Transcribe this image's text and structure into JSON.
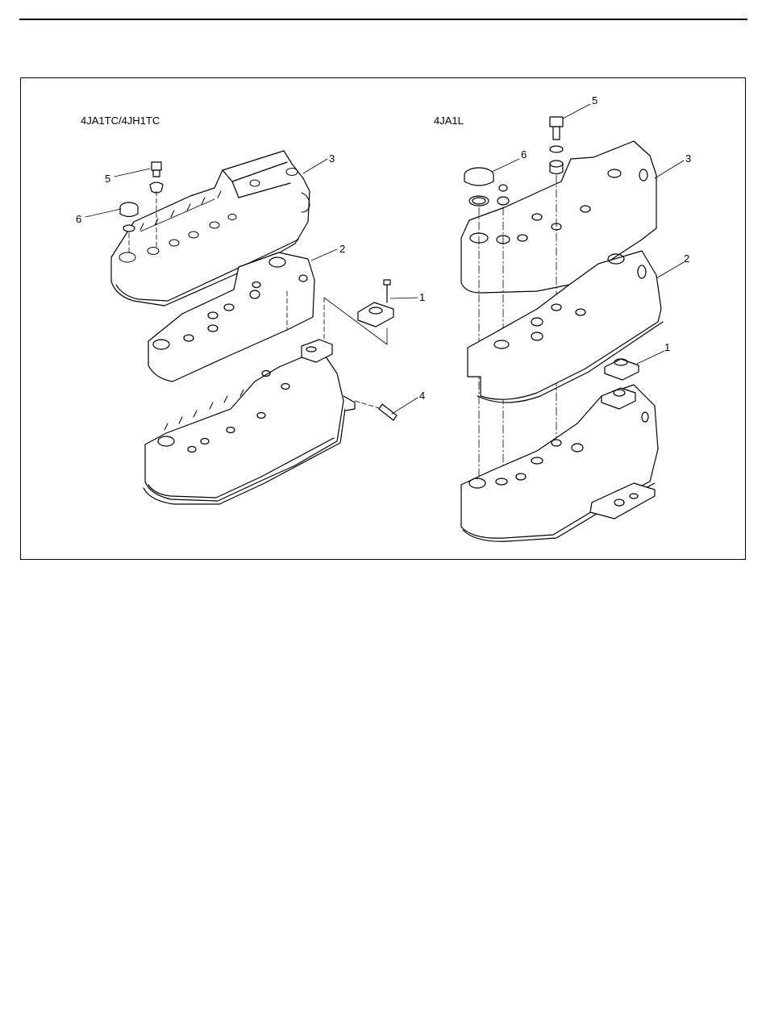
{
  "figure": {
    "left_variant": "4JA1TC/4JH1TC",
    "right_variant": "4JA1L",
    "left_callouts": [
      "1",
      "2",
      "3",
      "4",
      "5",
      "6"
    ],
    "right_callouts": [
      "1",
      "2",
      "3",
      "5",
      "6"
    ]
  }
}
